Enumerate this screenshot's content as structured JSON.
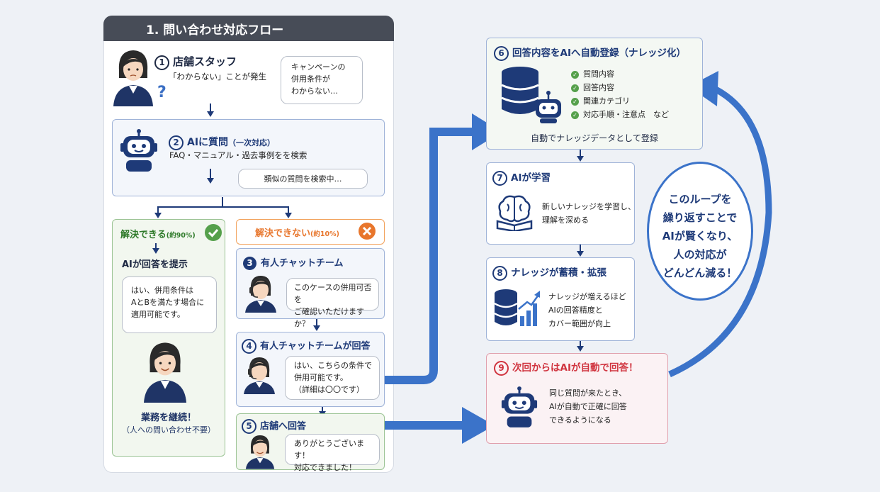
{
  "section_title": "1. 問い合わせ対応フロー",
  "step1": {
    "num": "1",
    "title": "店舗スタッフ",
    "desc": "「わからない」ことが発生",
    "bubble": [
      "キャンペーンの",
      "併用条件が",
      "わからない…"
    ],
    "question_mark": "?"
  },
  "step2": {
    "num": "2",
    "title": "AIに質問",
    "subtitle": "（一次対応）",
    "desc": "FAQ・マニュアル・過去事例をを検索",
    "search_status": "類似の質問を検索中…"
  },
  "resolved": {
    "title": "解決できる",
    "rate": "(約90%)",
    "action": "AIが回答を提示",
    "bubble": [
      "はい、併用条件は",
      "AとBを満たす場合に",
      "適用可能です。"
    ],
    "result": "業務を継続！",
    "note": "（人への問い合わせ不要）"
  },
  "unresolved": {
    "title": "解決できない",
    "rate": "(約10%)"
  },
  "step3": {
    "num": "3",
    "title": "有人チャットチーム",
    "bubble": [
      "このケースの併用可否を",
      "ご確認いただけますか？"
    ]
  },
  "step4": {
    "num": "4",
    "title": "有人チャットチームが回答",
    "bubble": [
      "はい、こちらの条件で",
      "併用可能です。",
      "（詳細は〇〇です）"
    ]
  },
  "step5": {
    "num": "5",
    "title": "店舗へ回答",
    "bubble": [
      "ありがとうございます！",
      "対応できました！"
    ]
  },
  "step6": {
    "num": "6",
    "title": "回答内容をAIへ自動登録（ナレッジ化）",
    "items": [
      "質問内容",
      "回答内容",
      "関連カテゴリ",
      "対応手順・注意点　など"
    ],
    "footer": "自動でナレッジデータとして登録"
  },
  "step7": {
    "num": "7",
    "title": "AIが学習",
    "desc": [
      "新しいナレッジを学習し、",
      "理解を深める"
    ]
  },
  "step8": {
    "num": "8",
    "title": "ナレッジが蓄積・拡張",
    "desc": [
      "ナレッジが増えるほど",
      "AIの回答精度と",
      "カバー範囲が向上"
    ]
  },
  "step9": {
    "num": "9",
    "title": "次回からはAIが自動で回答！",
    "desc": [
      "同じ質問が来たとき、",
      "AIが自動で正確に回答",
      "できるようになる"
    ]
  },
  "loop_message": [
    "このループを",
    "繰り返すことで",
    "AIが賢くなり、",
    "人の対応が",
    "どんどん減る！"
  ],
  "colors": {
    "navy": "#1e3a78",
    "blue_arrow": "#3b73c9",
    "green": "#55a04b",
    "orange": "#e8762c",
    "red": "#d0343f"
  },
  "icons": [
    "staff-woman-icon",
    "robot-icon",
    "headset-operator-icon",
    "database-icon",
    "brain-book-icon",
    "growth-chart-icon",
    "check-icon",
    "cross-icon"
  ]
}
